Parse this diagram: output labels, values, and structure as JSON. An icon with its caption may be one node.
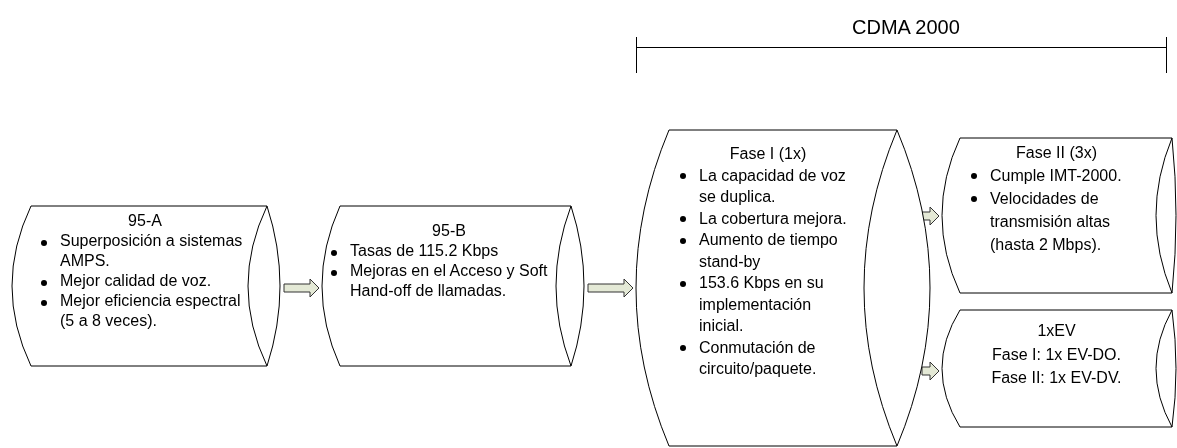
{
  "diagram": {
    "nodes": [
      {
        "text": [
          "95-A",
          "Superposición a sistemas AMPS.",
          "Mejor calidad de voz.",
          "Mejor eficiencia espectral (5 a 8 veces)."
        ]
      },
      {
        "text": [
          "95-B",
          "Tasas de 115.2 Kbps",
          "Mejoras en el Acceso y Soft Hand-off de llamadas."
        ]
      },
      {
        "text": [
          "Fase I (1x)",
          "La capacidad de voz se duplica.",
          "La cobertura mejora.",
          "Aumento de tiempo stand-by",
          "153.6 Kbps en su implementación inicial.",
          "Conmutación de circuito/paquete."
        ]
      },
      {
        "text": [
          "Fase II (3x)",
          "Cumple IMT-2000.",
          "Velocidades de transmisión altas (hasta 2 Mbps)."
        ]
      },
      {
        "text": [
          "1xEV",
          "Fase I: 1x EV-DO.",
          "Fase II: 1x EV-DV."
        ]
      }
    ],
    "edges": [
      {
        "from": 0,
        "to": 1,
        "arrow": "to"
      },
      {
        "from": 1,
        "to": 2,
        "arrow": "to"
      },
      {
        "from": 2,
        "to": 3,
        "arrow": "to"
      },
      {
        "from": 2,
        "to": 4,
        "arrow": "to"
      }
    ],
    "labels": [
      "CDMA 2000"
    ]
  }
}
